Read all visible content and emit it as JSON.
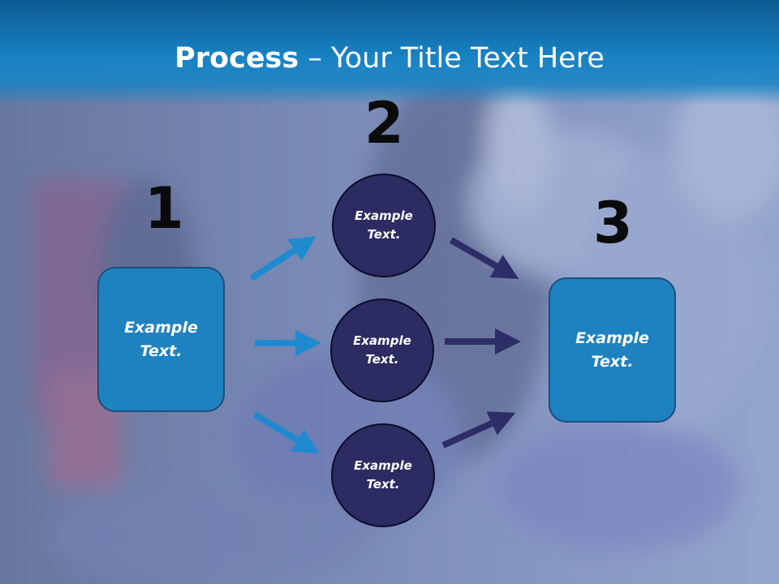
{
  "slide": {
    "title_bold": "Process",
    "title_rest": " – Your Title Text Here"
  },
  "steps": {
    "one": "1",
    "two": "2",
    "three": "3"
  },
  "left_box": {
    "text": "Example\nText."
  },
  "right_box": {
    "text": "Example\nText."
  },
  "circles": [
    {
      "text": "Example\nText."
    },
    {
      "text": "Example\nText."
    },
    {
      "text": "Example\nText."
    }
  ],
  "colors": {
    "title_bar": "#1679b8",
    "box_fill": "#1f82c0",
    "circle_fill": "#2c2c63",
    "arrow_blue": "#1f8ad0",
    "arrow_navy": "#2d2d68"
  }
}
